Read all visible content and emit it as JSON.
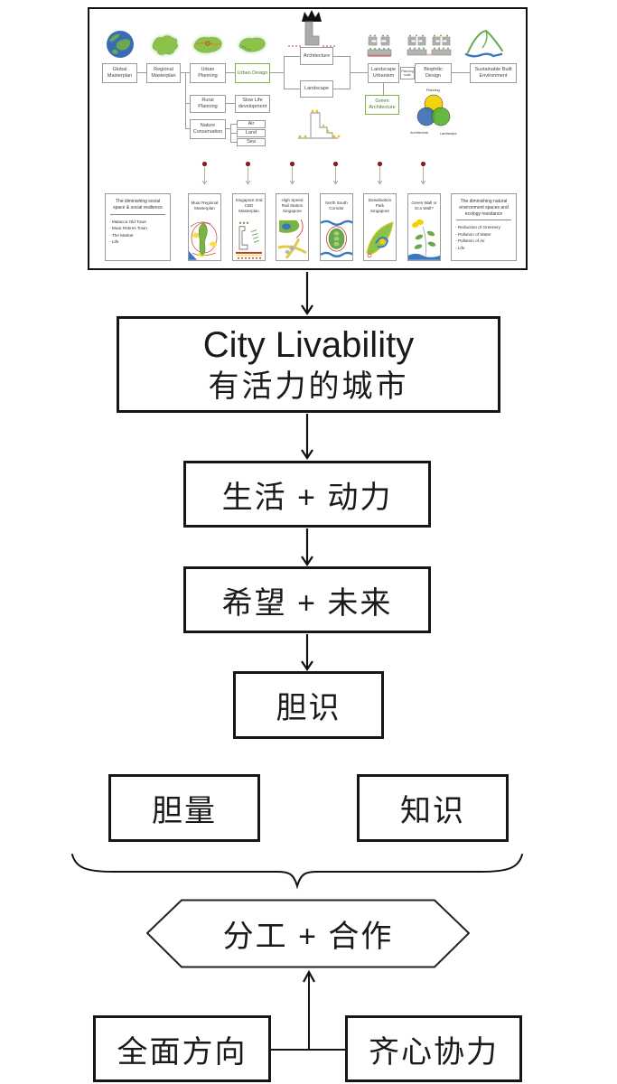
{
  "panel": {
    "boxes": {
      "global": "Global Masterplan",
      "regional": "Regional Masterplan",
      "urban_planning": "Urban Planning",
      "urban_design": "Urban Design",
      "rural_planning": "Rural Planning",
      "slow_life": "Slow Life development",
      "nature": "Nature Conservation",
      "air": "Air",
      "land": "Land",
      "sea": "Sea",
      "architecture": "Architecture",
      "landscape": "Landscape",
      "landscape_urbanism": "Landscape Urbanism",
      "planning_scale": "Planning scale",
      "biophilic": "Biophilic Design",
      "sustainable": "Sustainable Built Environment",
      "green_architecture": "Green Architecture"
    },
    "venn": {
      "top": "Planning",
      "bottom_left": "Architecture",
      "bottom_right": "Landscape"
    },
    "left_card": {
      "title": "The diminishing social space & social resilience",
      "items": [
        "- Malacca Old Town",
        "- Muar Retires Town",
        "- The Market",
        "- Life"
      ]
    },
    "right_card": {
      "title": "The diminishing natural environment spaces and ecology resistance",
      "items": [
        "- Reduction of Greenery",
        "- Pollution of Water",
        "- Pollution of Air",
        "- Life"
      ]
    },
    "project_cards": [
      {
        "title": "Muar Regional Masterplan"
      },
      {
        "title": "Singapore 2nd CBD Masterplan"
      },
      {
        "title": "High Speed Rail Station Singapore"
      },
      {
        "title": "North South Corridor"
      },
      {
        "title": "Desalination Park Singapore"
      },
      {
        "title": "Green Wall or Eco Wall?"
      }
    ]
  },
  "flow": {
    "city_en": "City Livability",
    "city_zh": "有活力的城市",
    "life_power": "生活 + 动力",
    "hope_future": "希望 + 未来",
    "boldness": "胆识",
    "courage": "胆量",
    "knowledge": "知识",
    "division_cooperation": "分工 + 合作",
    "overall_direction": "全面方向",
    "concerted_effort": "齐心协力"
  },
  "icons": [
    "globe-icon",
    "china-map-icon",
    "urban-region-icon",
    "island-icon",
    "crown-tower-icon",
    "landscape-steps-icon",
    "urbanism-blocks-icon",
    "biophilic-blocks-icon",
    "mountain-river-icon",
    "venn-diagram",
    "red-pin-icon"
  ],
  "colors": {
    "outline": "#161616",
    "panel_line": "#9a9a9a",
    "green_accent": "#7db249",
    "red_dot": "#8e1f1f",
    "venn_yellow": "#f2d100",
    "venn_blue": "#3a6cb4",
    "venn_green": "#55b02e",
    "water_blue": "#3a77c2",
    "map_green": "#8bc34a",
    "road_red": "#c0392b"
  }
}
